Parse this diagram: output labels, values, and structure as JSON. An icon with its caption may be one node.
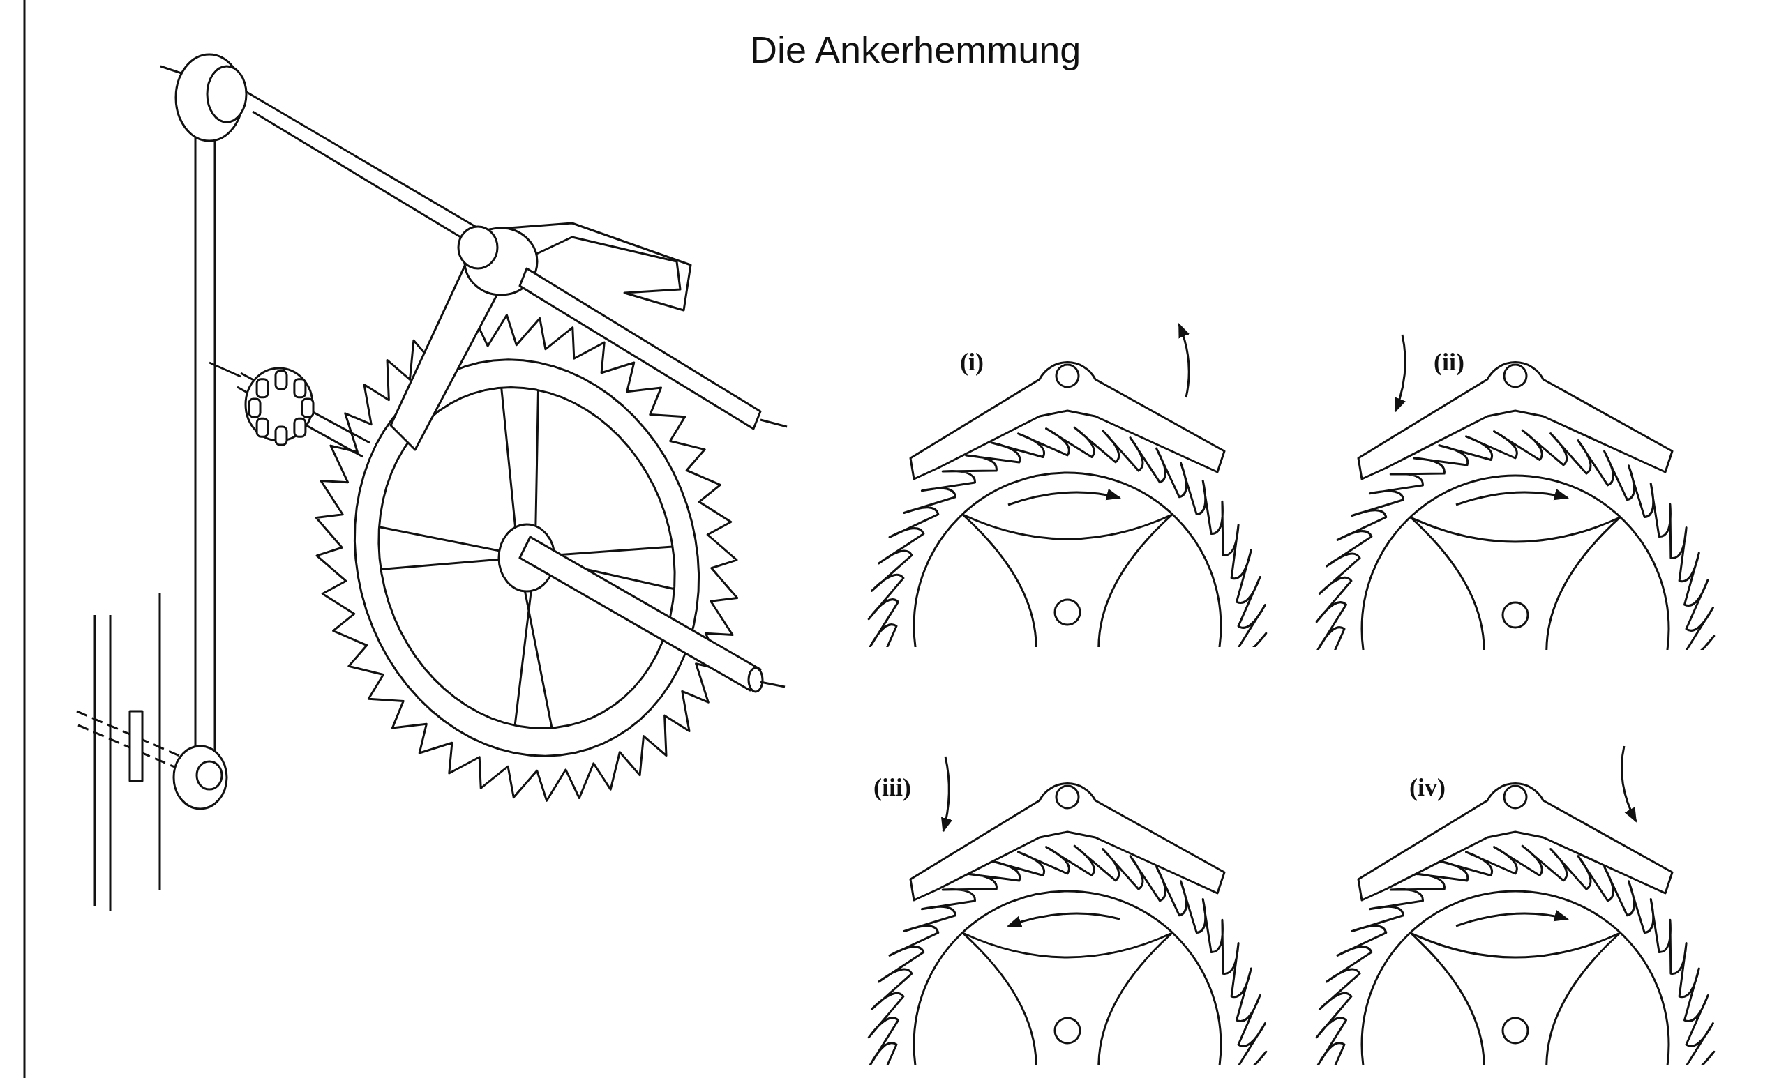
{
  "diagram": {
    "title": "Die Ankerhemmung",
    "labels": [
      "(i)",
      "(ii)",
      "(iii)",
      "(iv)"
    ]
  }
}
